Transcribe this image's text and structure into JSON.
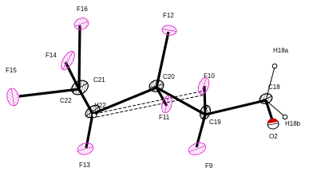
{
  "figure": {
    "kind": "ORTEP thermal ellipsoid plot",
    "colors": {
      "fluorine": "#e23ad6",
      "oxygen": "#cc0000",
      "carbon": "#000000",
      "hydrogen": "#000000",
      "bond": "#000000"
    },
    "labels": {
      "F16": "F16",
      "F12": "F12",
      "F14": "F14",
      "C21": "C21",
      "C20": "C20",
      "F15": "F15",
      "C22": "C22",
      "H22": "H22",
      "F10": "F10",
      "F11": "F11",
      "C19": "C19",
      "F13": "F13",
      "F9": "F9",
      "H18a": "H18a",
      "C18": "C18",
      "H18b": "H18b",
      "O2": "O2"
    }
  }
}
